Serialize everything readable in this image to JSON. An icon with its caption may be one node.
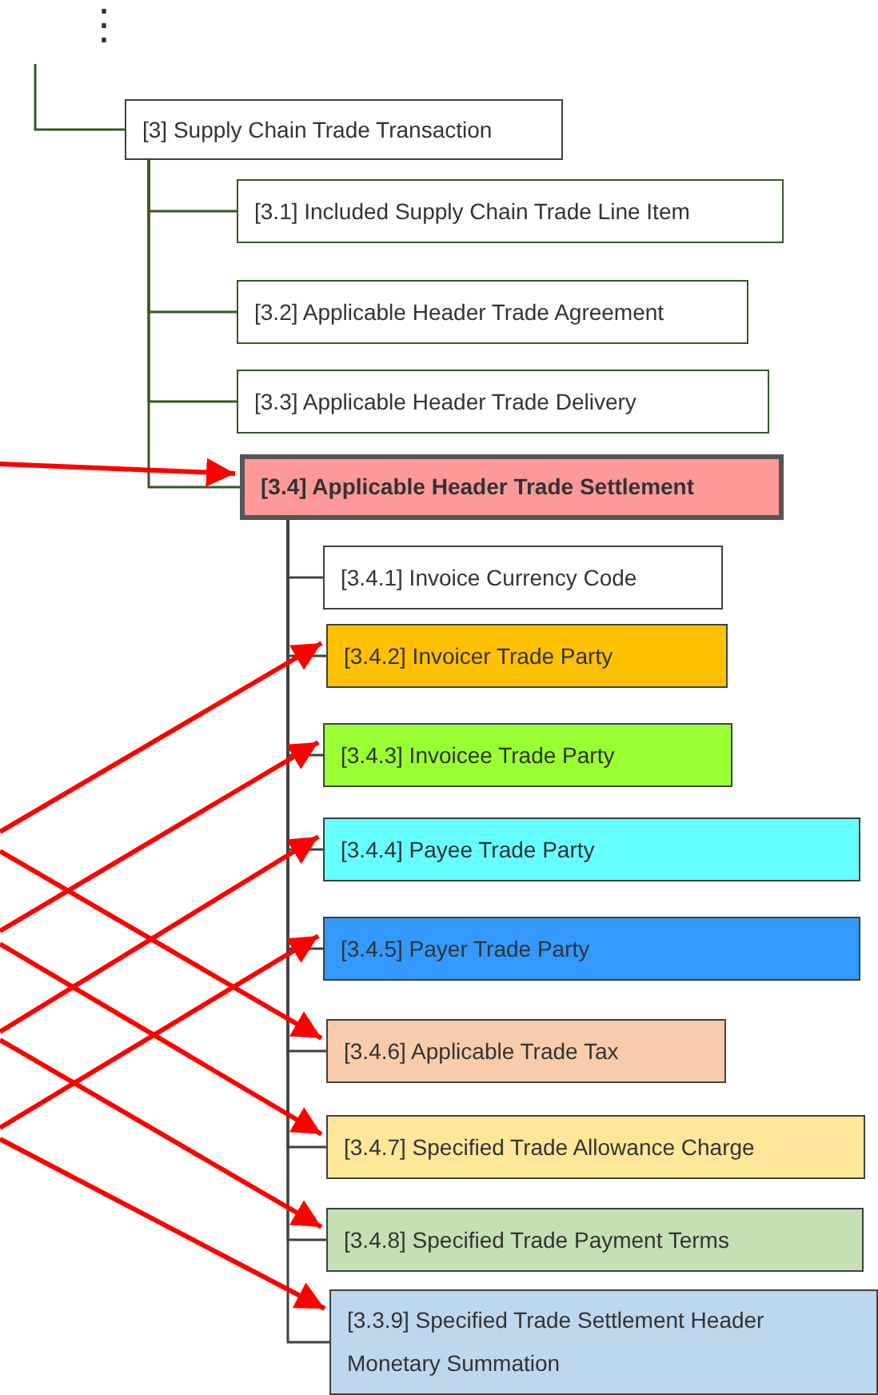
{
  "diagram": {
    "nodes": [
      {
        "text": [
          "[3] Supply Chain Trade Transaction"
        ]
      },
      {
        "text": [
          "[3.1] Included Supply Chain Trade Line Item"
        ]
      },
      {
        "text": [
          "[3.2] Applicable Header Trade Agreement"
        ]
      },
      {
        "text": [
          "[3.3] Applicable Header Trade Delivery"
        ]
      },
      {
        "text": [
          "[3.4] Applicable Header Trade Settlement"
        ]
      },
      {
        "text": [
          "[3.4.1] Invoice Currency Code"
        ]
      },
      {
        "text": [
          "[3.4.2] Invoicer Trade Party"
        ]
      },
      {
        "text": [
          "[3.4.3] Invoicee Trade Party"
        ]
      },
      {
        "text": [
          "[3.4.4] Payee Trade Party"
        ]
      },
      {
        "text": [
          "[3.4.5] Payer Trade Party"
        ]
      },
      {
        "text": [
          "[3.4.6] Applicable Trade Tax"
        ]
      },
      {
        "text": [
          "[3.4.7] Specified Trade Allowance Charge"
        ]
      },
      {
        "text": [
          "[3.4.8] Specified Trade Payment Terms"
        ]
      },
      {
        "text": [
          "[3.3.9] Specified Trade Settlement Header Monetary Summation"
        ]
      }
    ],
    "edges": [
      {
        "from": null,
        "to": 0,
        "arrow": "none"
      },
      {
        "from": 0,
        "to": 1,
        "arrow": "none"
      },
      {
        "from": 0,
        "to": 2,
        "arrow": "none"
      },
      {
        "from": 0,
        "to": 3,
        "arrow": "none"
      },
      {
        "from": 0,
        "to": 4,
        "arrow": "none"
      },
      {
        "from": 4,
        "to": 5,
        "arrow": "none"
      },
      {
        "from": 4,
        "to": 6,
        "arrow": "none"
      },
      {
        "from": 4,
        "to": 7,
        "arrow": "none"
      },
      {
        "from": 4,
        "to": 8,
        "arrow": "none"
      },
      {
        "from": 4,
        "to": 9,
        "arrow": "none"
      },
      {
        "from": 4,
        "to": 10,
        "arrow": "none"
      },
      {
        "from": 4,
        "to": 11,
        "arrow": "none"
      },
      {
        "from": 4,
        "to": 12,
        "arrow": "none"
      },
      {
        "from": 4,
        "to": 13,
        "arrow": "none"
      },
      {
        "from": null,
        "to": 4,
        "arrow": "to",
        "style": "thick",
        "color": "#ff0000"
      },
      {
        "from": null,
        "to": 6,
        "arrow": "to",
        "style": "thick",
        "color": "#ff0000"
      },
      {
        "from": null,
        "to": 7,
        "arrow": "to",
        "style": "thick",
        "color": "#ff0000"
      },
      {
        "from": null,
        "to": 8,
        "arrow": "to",
        "style": "thick",
        "color": "#ff0000"
      },
      {
        "from": null,
        "to": 9,
        "arrow": "to",
        "style": "thick",
        "color": "#ff0000"
      },
      {
        "from": null,
        "to": 10,
        "arrow": "to",
        "style": "thick",
        "color": "#ff0000"
      },
      {
        "from": null,
        "to": 11,
        "arrow": "to",
        "style": "thick",
        "color": "#ff0000"
      },
      {
        "from": null,
        "to": 12,
        "arrow": "to",
        "style": "thick",
        "color": "#ff0000"
      },
      {
        "from": null,
        "to": 13,
        "arrow": "to",
        "style": "thick",
        "color": "#ff0000"
      }
    ],
    "labels": [
      "⋮"
    ]
  }
}
